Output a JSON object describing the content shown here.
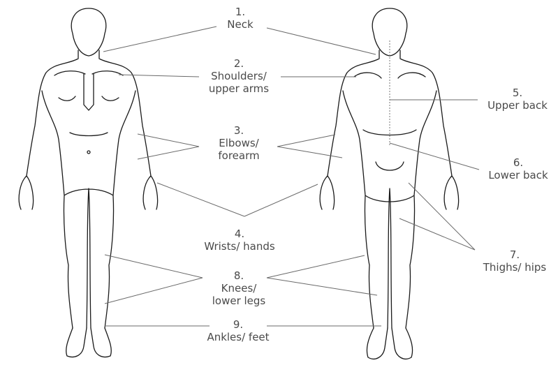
{
  "regions": [
    {
      "num": "1.",
      "text": "Neck"
    },
    {
      "num": "2.",
      "text": "Shoulders/",
      "text2": "upper arms"
    },
    {
      "num": "3.",
      "text": "Elbows/",
      "text2": "forearm"
    },
    {
      "num": "4.",
      "text": "Wrists/ hands"
    },
    {
      "num": "5.",
      "text": "Upper back"
    },
    {
      "num": "6.",
      "text": "Lower back"
    },
    {
      "num": "7.",
      "text": "Thighs/ hips"
    },
    {
      "num": "8.",
      "text": "Knees/",
      "text2": "lower legs"
    },
    {
      "num": "9.",
      "text": "Ankles/ feet"
    }
  ],
  "colors": {
    "outline": "#1a1a1a",
    "leader": "#6a6a6a",
    "label": "#4a4a4a"
  }
}
